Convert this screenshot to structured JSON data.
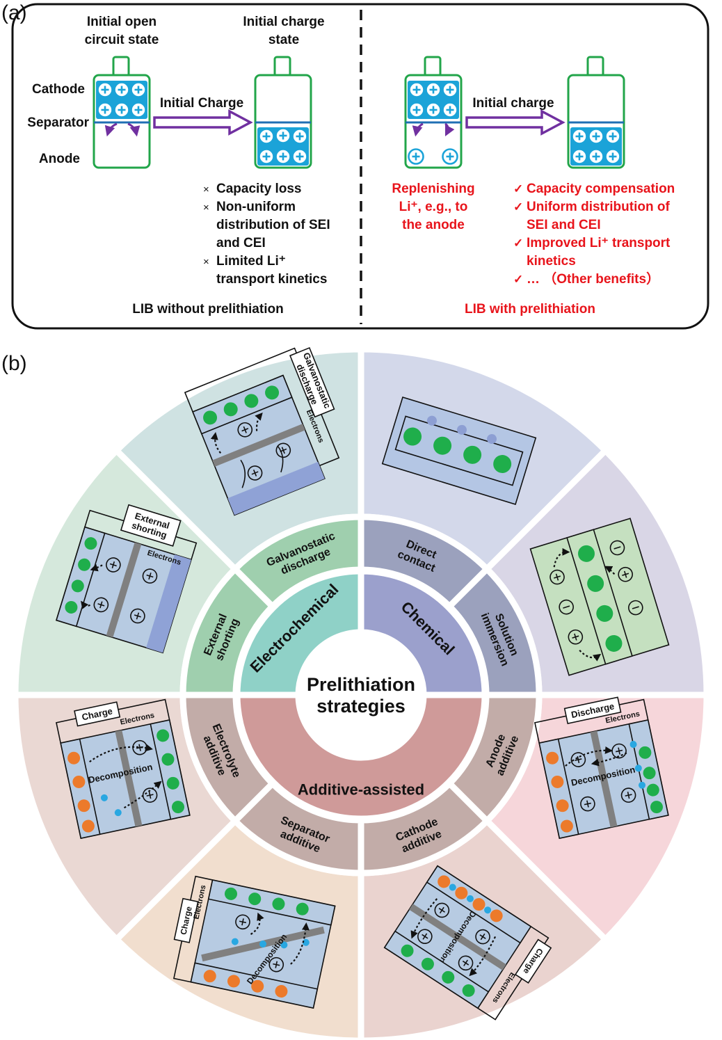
{
  "panel_a": {
    "label": "(a)",
    "left": {
      "state1_line1": "Initial open",
      "state1_line2": "circuit state",
      "state2_line1": "Initial charge",
      "state2_line2": "state",
      "cathode": "Cathode",
      "separator": "Separator",
      "anode": "Anode",
      "arrow_label": "Initial Charge",
      "issues": [
        [
          "Capacity loss"
        ],
        [
          "Non-uniform",
          "distribution of SEI",
          "and CEI"
        ],
        [
          "Limited Li⁺",
          "transport kinetics"
        ]
      ],
      "caption": "LIB without prelithiation"
    },
    "right": {
      "arrow_label": "Initial charge",
      "replenish": [
        "Replenishing",
        "Li⁺, e.g., to",
        "the anode"
      ],
      "benefits": [
        [
          "Capacity compensation"
        ],
        [
          "Uniform distribution of",
          "SEI and CEI"
        ],
        [
          "Improved Li⁺ transport",
          "kinetics"
        ],
        [
          "… （Other benefits）"
        ]
      ],
      "caption": "LIB with prelithiation"
    },
    "cross_mark": "×",
    "check_mark": "✓"
  },
  "panel_b": {
    "label": "(b)",
    "center": [
      "Prelithiation",
      "strategies"
    ],
    "categories": {
      "electrochemical": "Electrochemical",
      "chemical": "Chemical",
      "additive": "Additive-assisted"
    },
    "methods": {
      "galvanostatic": [
        "Galvanostatic",
        "discharge"
      ],
      "external": [
        "External",
        "shorting"
      ],
      "direct": [
        "Direct",
        "contact"
      ],
      "solution": [
        "Solution",
        "immersion"
      ],
      "anode_add": [
        "Anode",
        "additive"
      ],
      "cathode_add": [
        "Cathode",
        "additive"
      ],
      "separator_add": [
        "Separator",
        "additive"
      ],
      "electrolyte_add": [
        "Electrolyte",
        "additive"
      ]
    },
    "boxes": {
      "galvanostatic": [
        "Galvanostatic",
        "discharge"
      ],
      "external": [
        "External",
        "shorting"
      ],
      "charge": "Charge",
      "discharge": "Discharge"
    },
    "electrons": "Electrons",
    "decomposition": "Decomposition",
    "plus": "+",
    "minus": "−"
  },
  "colors": {
    "battery_outline": "#22a54a",
    "li_ion": "#1ba3d8",
    "arrow_purple": "#7030a0",
    "positive_red": "#e8141b",
    "green_particle": "#1fae4b",
    "orange_particle": "#ec7a2b",
    "blue_particle": "#29a7e1",
    "electrode_gray": "#808080",
    "electrolyte": "#b7cbe2"
  }
}
